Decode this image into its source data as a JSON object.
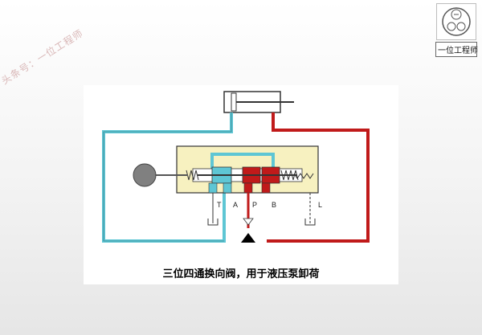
{
  "watermark": {
    "text": "头条号：一位工程师"
  },
  "brand": {
    "name": "一位工程师",
    "logo_icon": "engineer-seal-logo"
  },
  "diagram": {
    "caption": "三位四通换向阀，用于液压泵卸荷",
    "ports": {
      "T": "T",
      "A": "A",
      "P": "P",
      "B": "B",
      "L": "L"
    },
    "colors": {
      "pipe_return": "#5ec6d4",
      "pipe_pressure": "#c01a1a",
      "valve_body": "#f7f1c0",
      "handle": "#808080"
    }
  }
}
